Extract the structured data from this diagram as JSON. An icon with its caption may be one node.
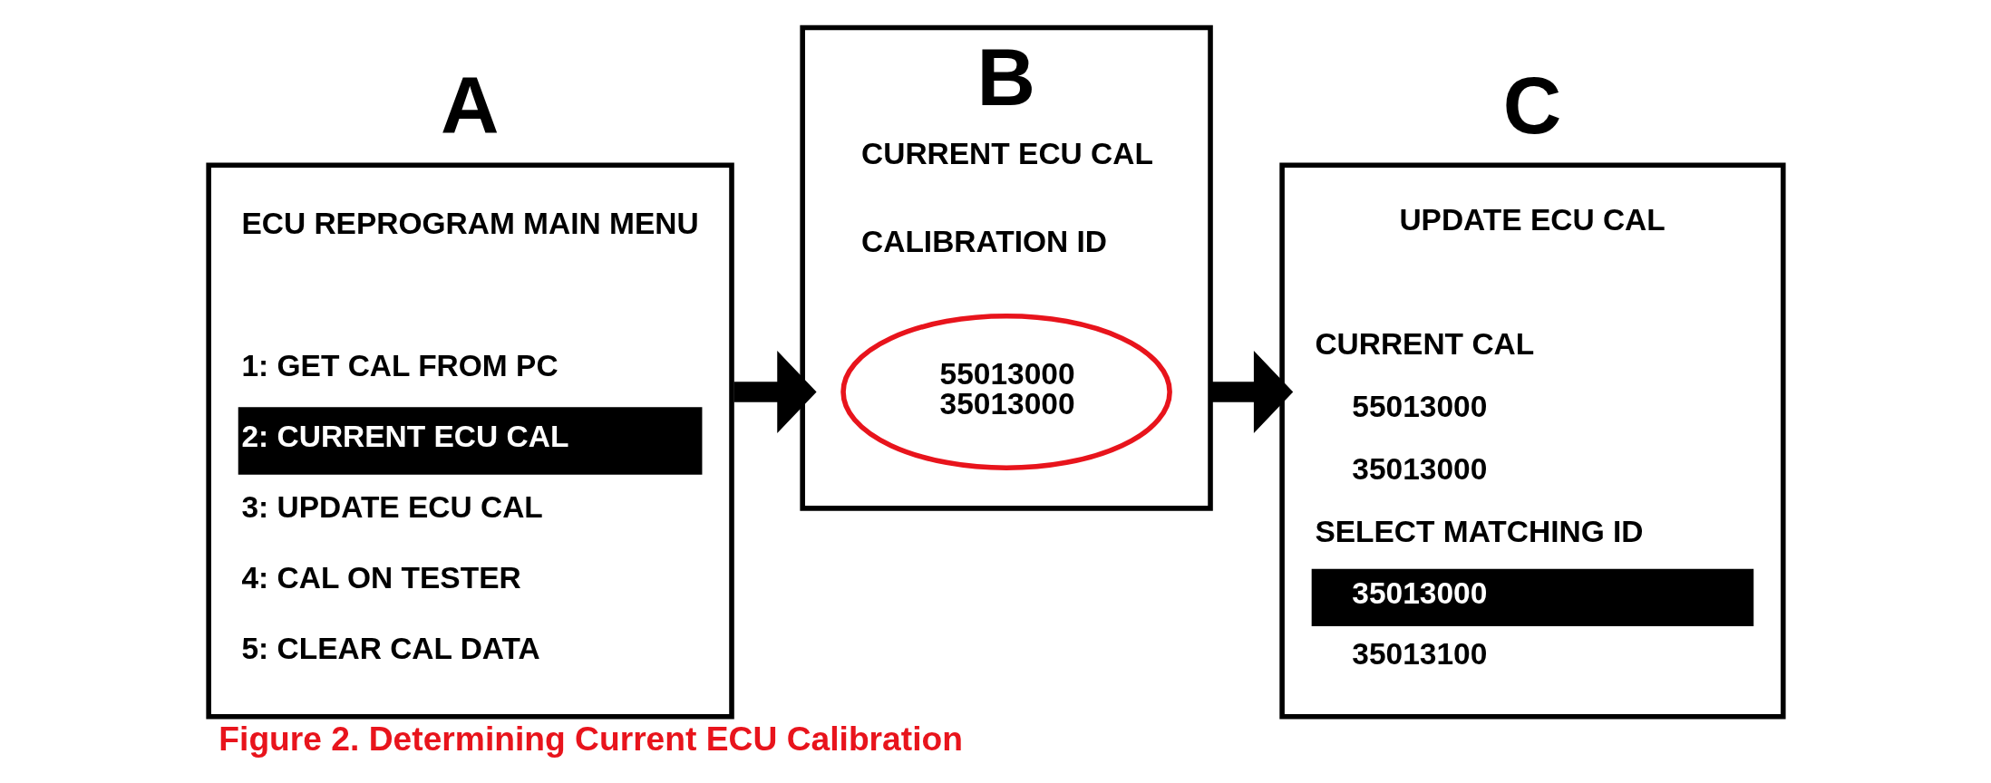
{
  "diagram": {
    "caption": "Figure 2. Determining Current ECU Calibration",
    "nodes": [
      {
        "text": [
          "A",
          "ECU REPROGRAM MAIN MENU",
          "1: GET CAL FROM PC",
          "2: CURRENT ECU CAL",
          "3: UPDATE ECU CAL",
          "4: CAL ON TESTER",
          "5: CLEAR CAL DATA"
        ]
      },
      {
        "text": [
          "B",
          "CURRENT ECU CAL",
          "CALIBRATION ID"
        ]
      },
      {
        "text": [
          "55013000",
          "35013000"
        ],
        "in": 1
      },
      {
        "text": [
          "C",
          "UPDATE ECU CAL",
          "CURRENT CAL",
          "55013000",
          "35013000",
          "SELECT MATCHING ID",
          "35013000",
          "35013100"
        ]
      }
    ],
    "edges": [
      {
        "from": 0,
        "to": 1,
        "arrow": "to"
      },
      {
        "from": 1,
        "to": 3,
        "arrow": "to"
      }
    ]
  }
}
